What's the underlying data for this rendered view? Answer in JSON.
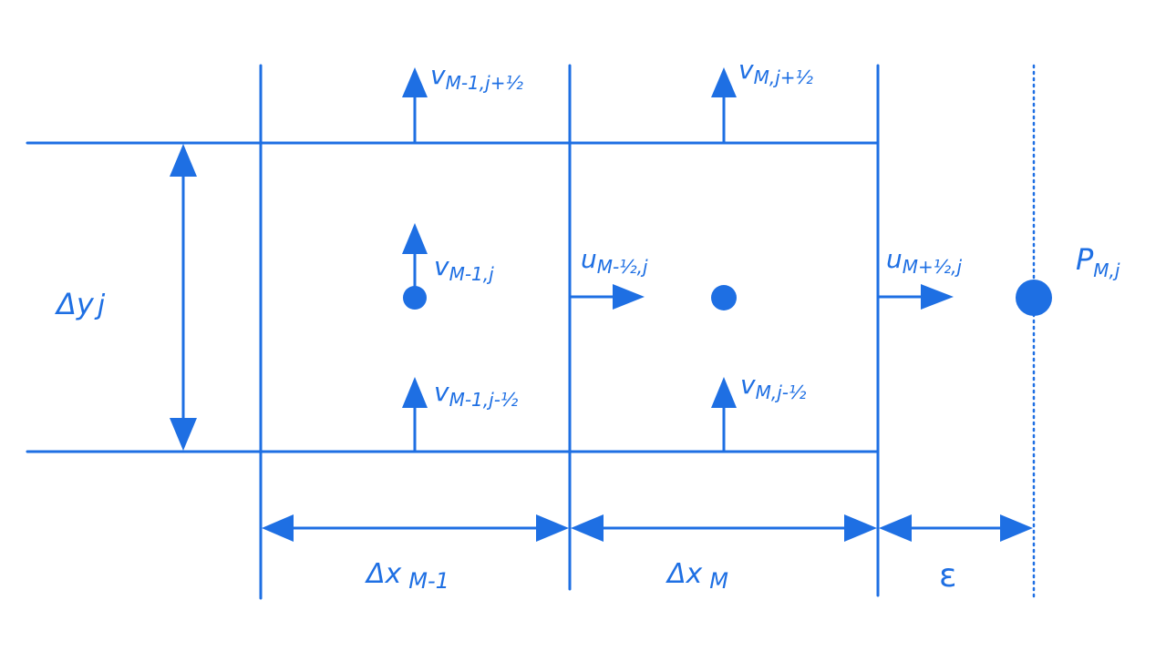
{
  "diagram": {
    "stroke_color": "#1e6fe3",
    "background": "#ffffff",
    "labels": {
      "v_top_left": {
        "base": "v",
        "sub": "M-1,j+½"
      },
      "v_top_right": {
        "base": "v",
        "sub": "M,j+½"
      },
      "v_center_left": {
        "base": "v",
        "sub": "M-1,j"
      },
      "v_bottom_left": {
        "base": "v",
        "sub": "M-1,j-½"
      },
      "v_bottom_right": {
        "base": "v",
        "sub": "M,j-½"
      },
      "u_mid": {
        "base": "u",
        "sub": "M-½,j"
      },
      "u_right": {
        "base": "u",
        "sub": "M+½,j"
      },
      "p_right": {
        "base": "P",
        "sub": "M,j"
      },
      "dy": {
        "base": "Δy",
        "sub": "j"
      },
      "dx_left": {
        "base": "Δx",
        "sub": "M-1"
      },
      "dx_right": {
        "base": "Δx",
        "sub": "M"
      },
      "epsilon": {
        "base": "ε",
        "sub": ""
      }
    }
  }
}
